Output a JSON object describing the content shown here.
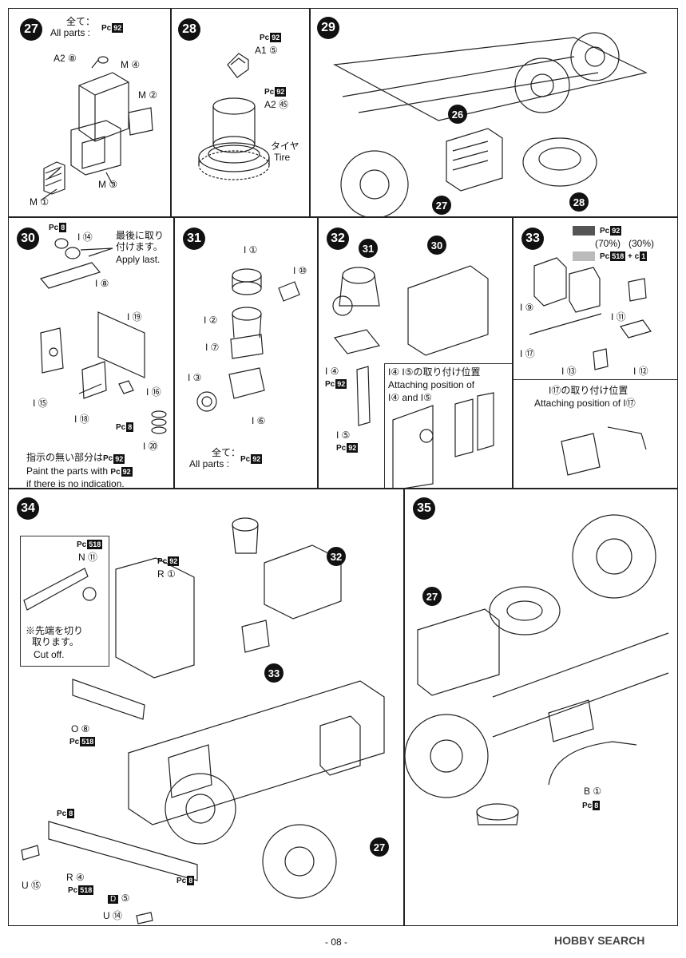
{
  "steps": {
    "s27": {
      "number": "27",
      "all_parts_jp": "全て：",
      "all_parts_en": "All parts :",
      "all_parts_paint": "92",
      "parts": [
        "A2 ⑧",
        "M ④",
        "M ②",
        "M ③",
        "M ①"
      ]
    },
    "s28": {
      "number": "28",
      "paint1": "92",
      "part1": "A1 ⑤",
      "paint2": "92",
      "part2": "A2 ㊺",
      "tire_jp": "タイヤ",
      "tire_en": "Tire"
    },
    "s29": {
      "number": "29",
      "refs": [
        "26",
        "27",
        "28"
      ]
    },
    "s30": {
      "number": "30",
      "paint1": "8",
      "part_top": "I ⑭",
      "note_jp1": "最後に取り",
      "note_jp2": "付けます。",
      "note_en": "Apply last.",
      "parts": [
        "I ⑧",
        "I ⑲",
        "I ⑮",
        "I ⑯",
        "I ⑱",
        "I ⑳"
      ],
      "paint2": "8",
      "bottom_jp": "指示の無い部分は",
      "bottom_paint": "92",
      "bottom_en1": "Paint the parts with",
      "bottom_en2": "if there is no indication."
    },
    "s31": {
      "number": "31",
      "parts": [
        "I ①",
        "I ⑩",
        "I ②",
        "I ⑦",
        "I ③",
        "I ⑥"
      ],
      "all_jp": "全て：",
      "all_en": "All parts :",
      "all_paint": "92"
    },
    "s32": {
      "number": "32",
      "refs": [
        "31",
        "30"
      ],
      "part1": "I ④",
      "paint1": "92",
      "part2": "I ⑤",
      "paint2": "92",
      "attach_jp": "I④ I⑤の取り付け位置",
      "attach_en1": "Attaching position of",
      "attach_en2": "I④ and I⑤"
    },
    "s33": {
      "number": "33",
      "paint_a": "92",
      "ratio_a": "(70%)",
      "ratio_b": "(30%)",
      "paint_b": "518",
      "paint_c": "1",
      "parts": [
        "I ⑨",
        "I ⑪",
        "I ⑰",
        "I ⑬",
        "I ⑫"
      ],
      "attach_jp": "I⑰の取り付け位置",
      "attach_en": "Attaching position of I⑰"
    },
    "s34": {
      "number": "34",
      "inset_paint": "518",
      "inset_part": "N ⑪",
      "cut_jp1": "※先端を切り",
      "cut_jp2": "取ります。",
      "cut_en": "Cut off.",
      "paint_r1": "92",
      "part_r1": "R ①",
      "part_o8": "O ⑧",
      "paint_o8": "518",
      "paint_bumper": "8",
      "part_u15": "U ⑮",
      "part_r4": "R ④",
      "paint_r4": "518",
      "part_d5": "D",
      "part_d5_num": "⑤",
      "paint_right": "8",
      "part_u14": "U ⑭",
      "refs": [
        "32",
        "33",
        "27"
      ]
    },
    "s35": {
      "number": "35",
      "refs": [
        "27"
      ],
      "part_b1": "B ①",
      "paint_b1": "8"
    }
  },
  "footer": {
    "page": "- 08 -"
  },
  "watermark": {
    "text": "HOBBY SEARCH"
  }
}
